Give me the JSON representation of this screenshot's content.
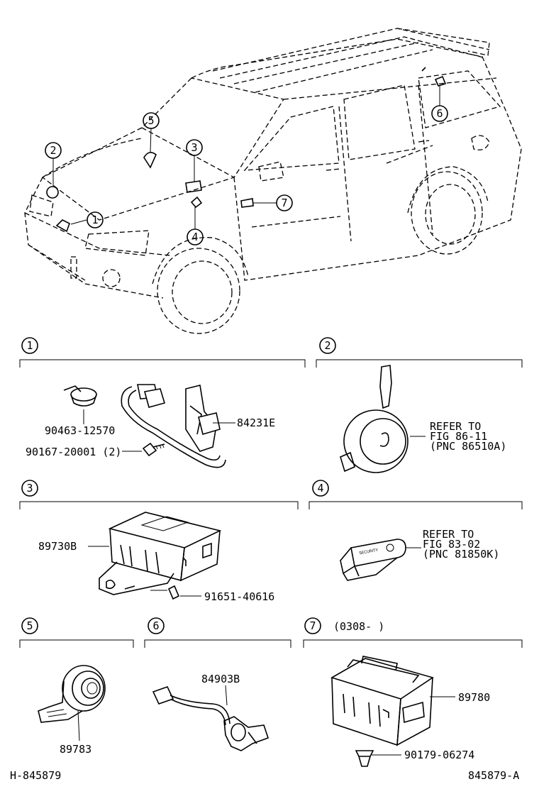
{
  "vehicle": {
    "callouts": [
      "1",
      "2",
      "3",
      "4",
      "5",
      "6",
      "7"
    ]
  },
  "sections": {
    "s1": {
      "number": "1",
      "parts": {
        "clamp": "90463-12570",
        "screw": "90167-20001 (2)",
        "harness": "84231E"
      }
    },
    "s2": {
      "number": "2",
      "refer": [
        "REFER TO",
        "FIG 86-11",
        "(PNC 86510A)"
      ]
    },
    "s3": {
      "number": "3",
      "parts": {
        "ecu": "89730B",
        "bolt": "91651-40616"
      }
    },
    "s4": {
      "number": "4",
      "refer": [
        "REFER TO",
        "FIG 83-02",
        "(PNC 81850K)"
      ],
      "indicator_text": "SECURITY"
    },
    "s5": {
      "number": "5",
      "parts": {
        "sensor": "89783"
      }
    },
    "s6": {
      "number": "6",
      "parts": {
        "wire": "84903B"
      }
    },
    "s7": {
      "number": "7",
      "date_range": "(0308-        )",
      "parts": {
        "module": "89780",
        "clip": "90179-06274"
      }
    }
  },
  "footer": {
    "left_code": "H-845879",
    "right_code": "845879-A"
  }
}
